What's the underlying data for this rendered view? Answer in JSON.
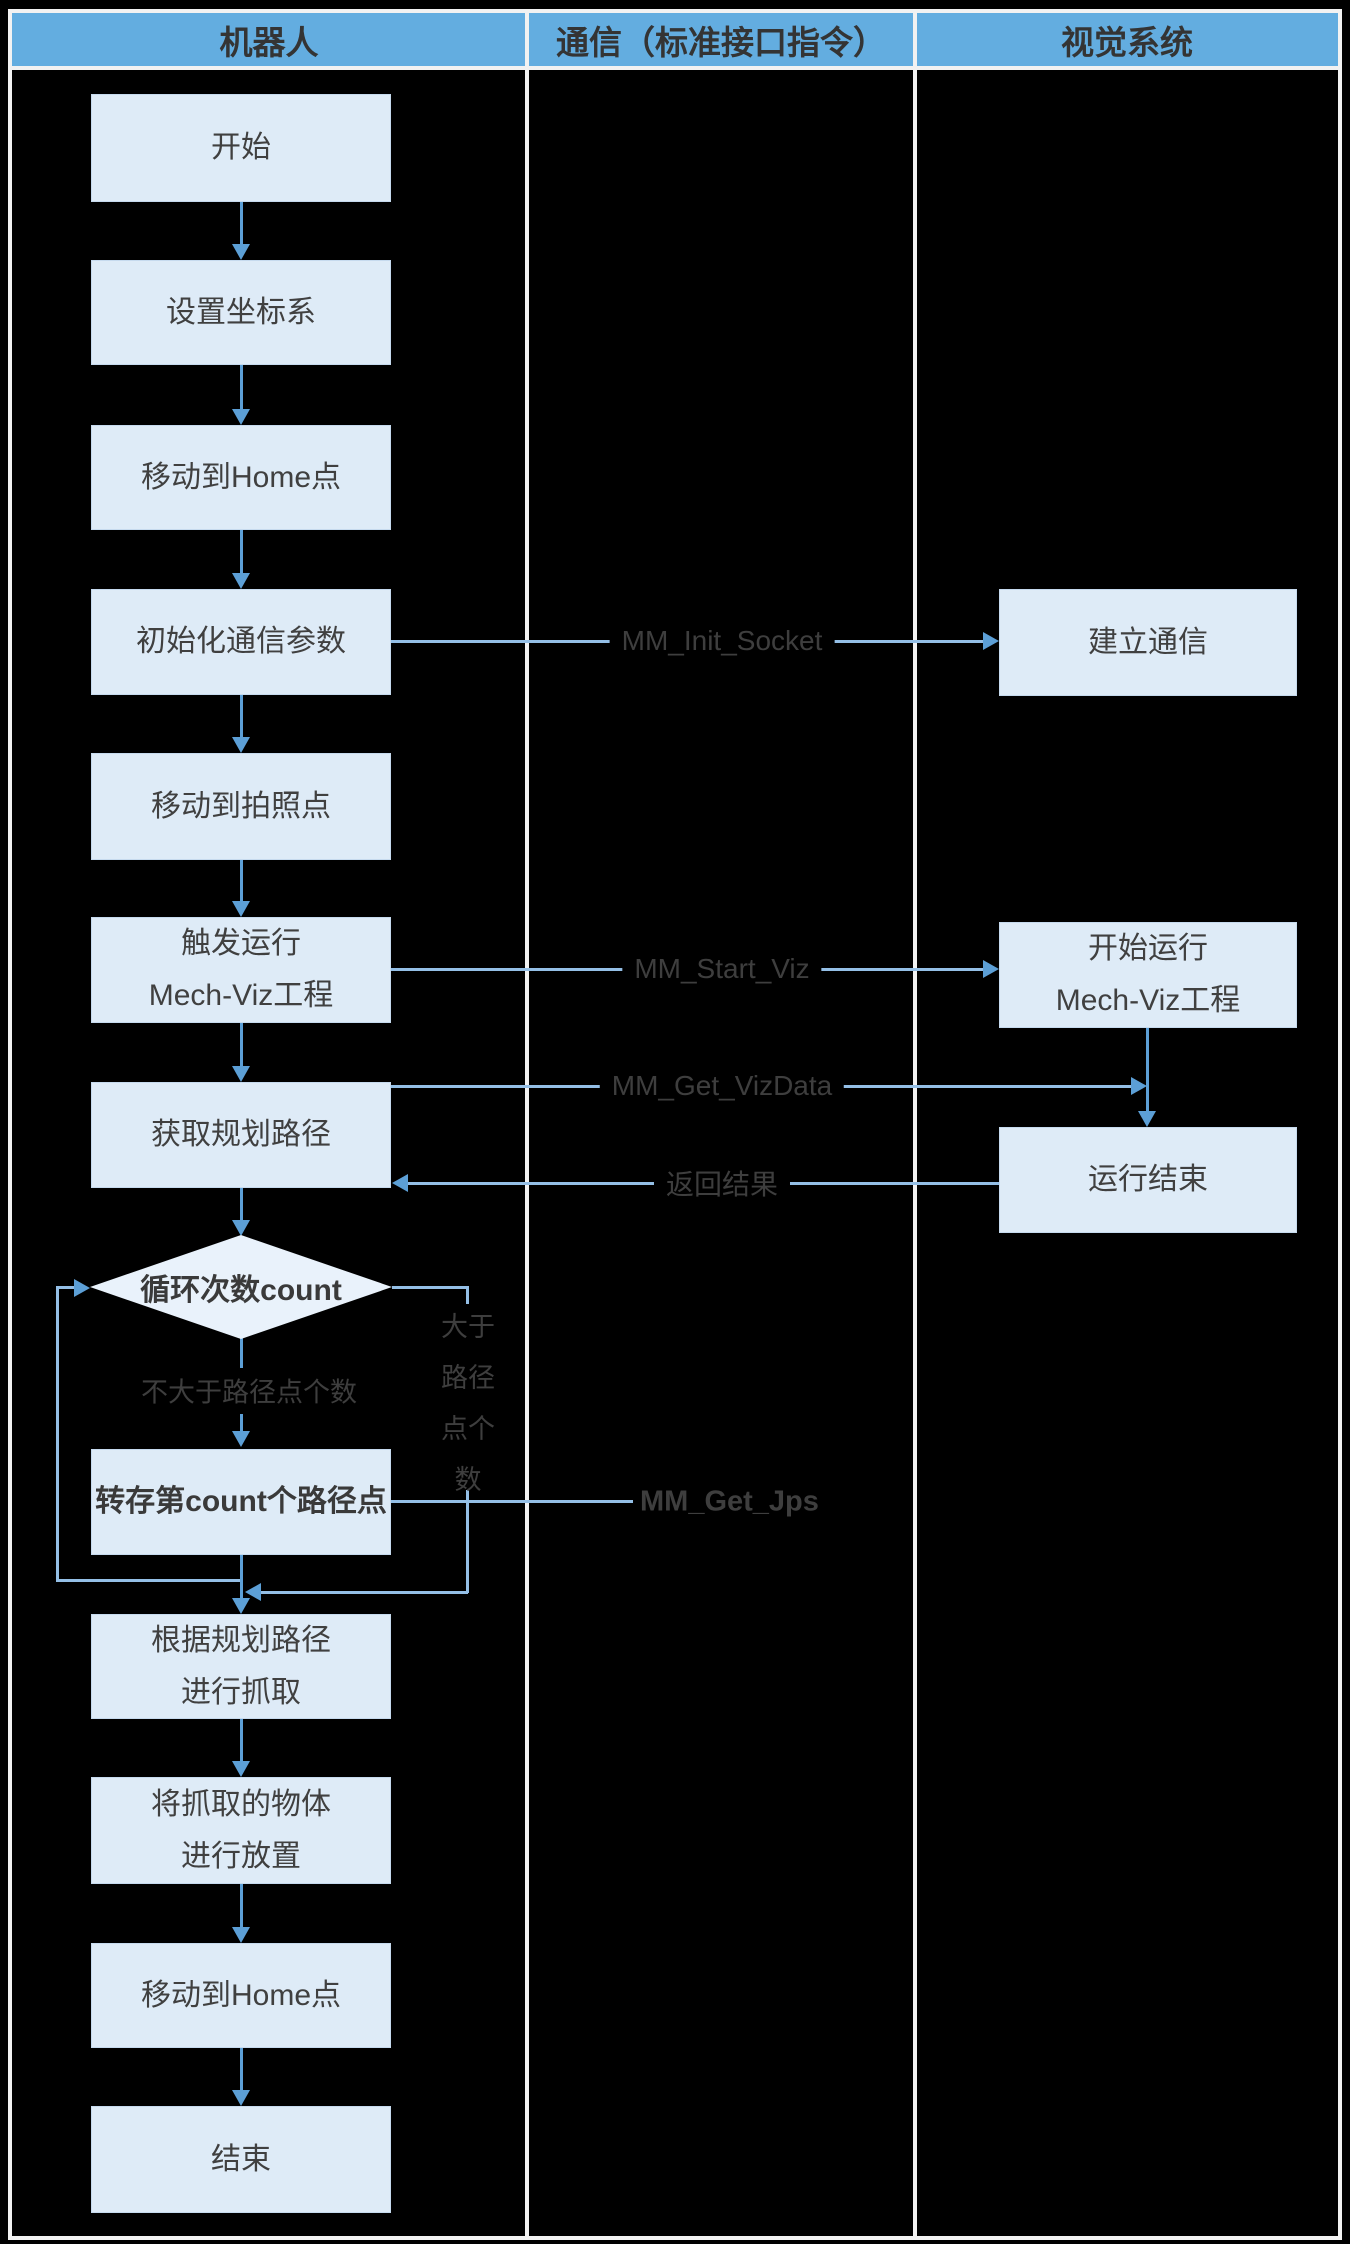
{
  "header": {
    "robot": "机器人",
    "comm": "通信（标准接口指令）",
    "vision": "视觉系统"
  },
  "robot": {
    "start": "开始",
    "set_frame": "设置坐标系",
    "move_home_1": "移动到Home点",
    "init_comm": "初始化通信参数",
    "move_capture": "移动到拍照点",
    "trigger_viz_1": "触发运行",
    "trigger_viz_2": "Mech-Viz工程",
    "get_path": "获取规划路径",
    "loop_count": "循环次数count",
    "transfer_point": "转存第count个路径点",
    "pick_1": "根据规划路径",
    "pick_2": "进行抓取",
    "place_1": "将抓取的物体",
    "place_2": "进行放置",
    "move_home_2": "移动到Home点",
    "end": "结束"
  },
  "comm": {
    "init_socket": "MM_Init_Socket",
    "start_viz": "MM_Start_Viz",
    "get_vizdata": "MM_Get_VizData",
    "return_result": "返回结果",
    "get_jps": "MM_Get_Jps"
  },
  "vision": {
    "establish_comm": "建立通信",
    "start_run_1": "开始运行",
    "start_run_2": "Mech-Viz工程",
    "run_finished": "运行结束"
  },
  "branches": {
    "not_greater": "不大于路径点个数",
    "greater": "大于路径点个数"
  },
  "colors": {
    "header_bg": "#63ADE0",
    "node_fill": "#DEEBF7",
    "node_text": "#404040",
    "flow_arrow": "#5C9FD6",
    "connector": "#94BFE6",
    "lane_divider": "#F2F2F2",
    "background": "#000000",
    "label_text": "#3E3E3E"
  }
}
